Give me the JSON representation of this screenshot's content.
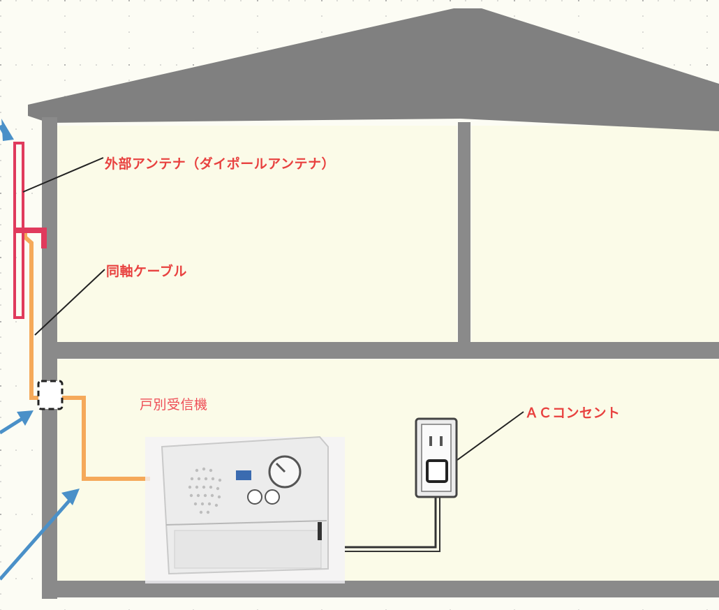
{
  "labels": {
    "antenna": "外部アンテナ（ダイポールアンテナ）",
    "cable": "同軸ケーブル",
    "receiver": "戸別受信機",
    "outlet": "ＡＣコンセント"
  },
  "colors": {
    "house": "#8a8a8a",
    "roof": "#7f7f7f",
    "antenna": "#e03a5c",
    "cable": "#f5a95a",
    "label": "#e8413f",
    "arrow": "#4a90c8",
    "wall_bg": "#fcfcf4"
  },
  "icons": [
    "antenna-icon",
    "receiver-device-icon",
    "ac-outlet-icon",
    "connector-icon"
  ]
}
